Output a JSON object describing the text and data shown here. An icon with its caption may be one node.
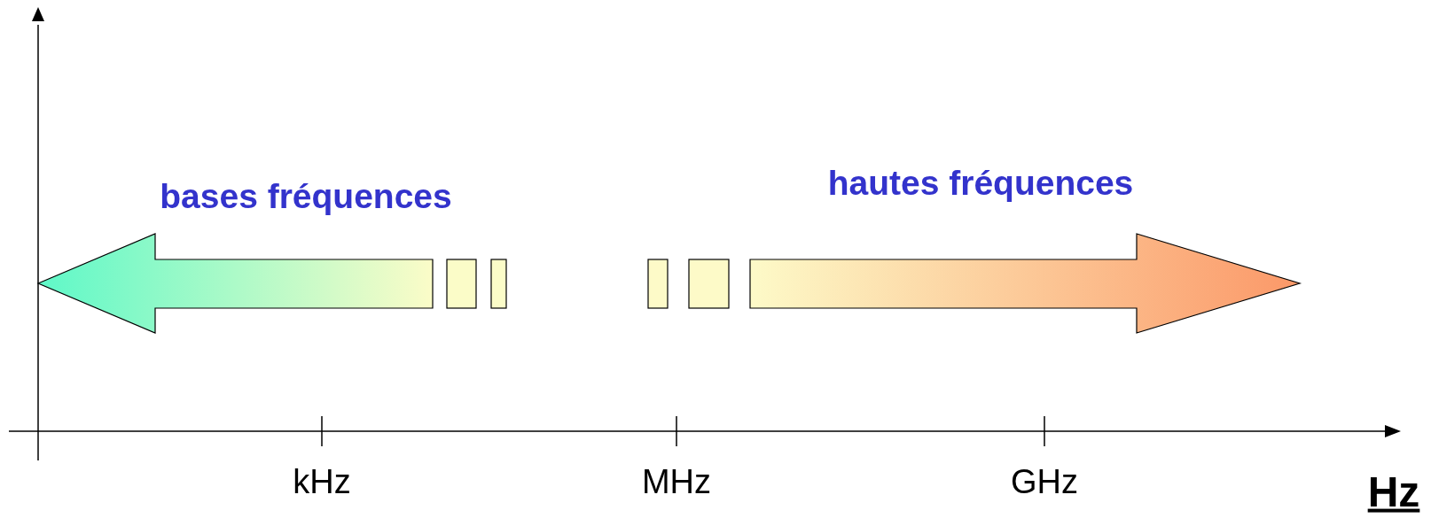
{
  "diagram": {
    "labels": [
      "bases fréquences",
      "hautes fréquences",
      "kHz",
      "MHz",
      "GHz",
      "Hz"
    ]
  }
}
